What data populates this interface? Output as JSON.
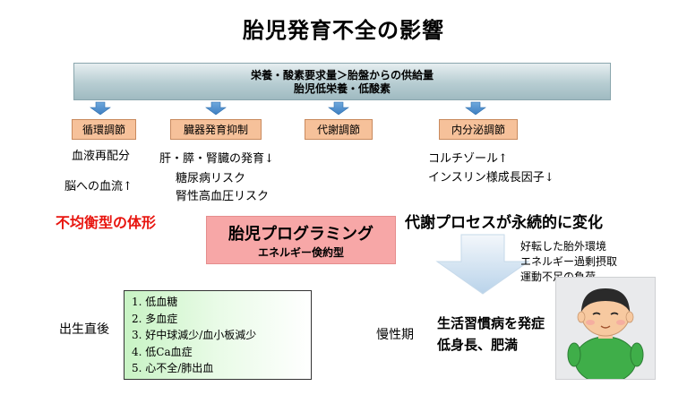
{
  "title": "胎児発育不全の影響",
  "banner": {
    "line1": "栄養・酸素要求量＞胎盤からの供給量",
    "line2": "胎児低栄養・低酸素"
  },
  "categories": [
    {
      "label": "循環調節"
    },
    {
      "label": "臓器発育抑制"
    },
    {
      "label": "代謝調節"
    },
    {
      "label": "内分泌調節"
    }
  ],
  "circulation_items": [
    "血液再配分",
    "脳への血流↑"
  ],
  "organ_items": [
    "肝・膵・腎臓の発育↓",
    "糖尿病リスク",
    "腎性高血圧リスク"
  ],
  "endocrine_items": [
    "コルチゾール↑",
    "インスリン様成長因子↓"
  ],
  "imbalanced_body": "不均衡型の体形",
  "programming": {
    "main": "胎児プログラミング",
    "sub": "エネルギー倹約型"
  },
  "metabolic_change": "代謝プロセスが永続的に変化",
  "environment_notes": [
    "好転した胎外環境",
    "エネルギー過剰摂取",
    "運動不足の負荷"
  ],
  "birth_label": "出生直後",
  "birth_items": [
    "1. 低血糖",
    "2. 多血症",
    "3. 好中球減少/血小板減少",
    "4. 低Ca血症",
    "5. 心不全/肺出血"
  ],
  "chronic_label": "慢性期",
  "chronic_items": [
    "生活習慣病を発症",
    "低身長、肥満"
  ]
}
